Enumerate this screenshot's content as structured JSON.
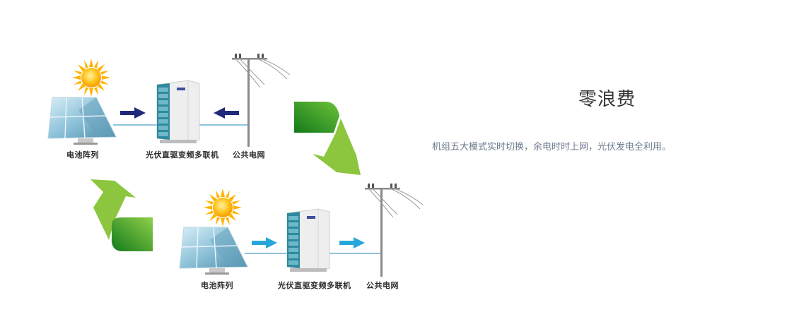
{
  "heading": "零浪费",
  "description": "机组五大模式实时切换，余电时时上网，光伏发电全利用。",
  "diagram": {
    "top_row": {
      "labels": {
        "solar_array": "电池阵列",
        "unit": "光伏直驱变频多联机",
        "grid": "公共电网"
      },
      "arrow_color": "#1f2a7a",
      "flows": [
        "solar-array → unit",
        "grid → unit"
      ]
    },
    "bottom_row": {
      "labels": {
        "solar_array": "电池阵列",
        "unit": "光伏直驱变频多联机",
        "grid": "公共电网"
      },
      "arrow_color": "#27a6d9",
      "flows": [
        "solar-array → unit",
        "unit → grid"
      ]
    },
    "cycle_arrow_colors": {
      "light": "#8cc63f",
      "dark": "#1e7d1e"
    },
    "line_color": "#8fc3dc"
  }
}
